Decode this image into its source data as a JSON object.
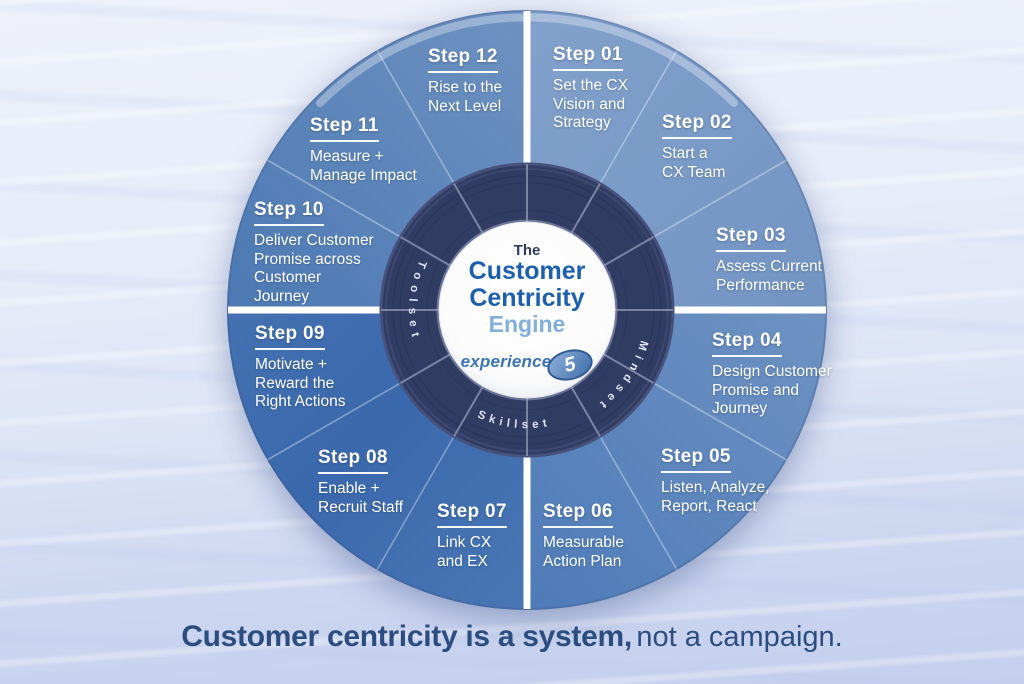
{
  "wheel": {
    "center": {
      "the": "The",
      "title_line1": "Customer",
      "title_line2": "Centricity",
      "title_line3": "Engine",
      "logo_word": "experience",
      "logo_digit": "5"
    },
    "ring": {
      "left_word": "Toolset",
      "bottom_word": "Skillset",
      "right_word": "Mindset"
    },
    "steps": [
      {
        "title": "Step 01",
        "desc": "Set the CX\nVision and\nStrategy"
      },
      {
        "title": "Step 02",
        "desc": "Start a\nCX Team"
      },
      {
        "title": "Step 03",
        "desc": "Assess Current\nPerformance"
      },
      {
        "title": "Step 04",
        "desc": "Design Customer\nPromise and\nJourney"
      },
      {
        "title": "Step 05",
        "desc": "Listen, Analyze,\nReport, React"
      },
      {
        "title": "Step 06",
        "desc": "Measurable\nAction Plan"
      },
      {
        "title": "Step 07",
        "desc": "Link CX\nand EX"
      },
      {
        "title": "Step 08",
        "desc": "Enable +\nRecruit Staff"
      },
      {
        "title": "Step 09",
        "desc": "Motivate +\nReward the\nRight Actions"
      },
      {
        "title": "Step 10",
        "desc": "Deliver Customer\nPromise across\nCustomer\nJourney"
      },
      {
        "title": "Step 11",
        "desc": "Measure +\nManage Impact"
      },
      {
        "title": "Step 12",
        "desc": "Rise to the\nNext Level"
      }
    ],
    "colors": {
      "quadrant_top_right": "#7B9CC8",
      "quadrant_bottom_right": "#5D86BD",
      "quadrant_bottom_left": "#3D6BAE",
      "quadrant_top_left": "#5B83B7",
      "ring": "#313C63",
      "center_title": "#1C5FAE",
      "center_engine": "#82AEDD",
      "caption_text": "#2C4D80"
    }
  },
  "caption": {
    "bold_text": "Customer centricity is a system,",
    "regular_text": " not a campaign."
  }
}
